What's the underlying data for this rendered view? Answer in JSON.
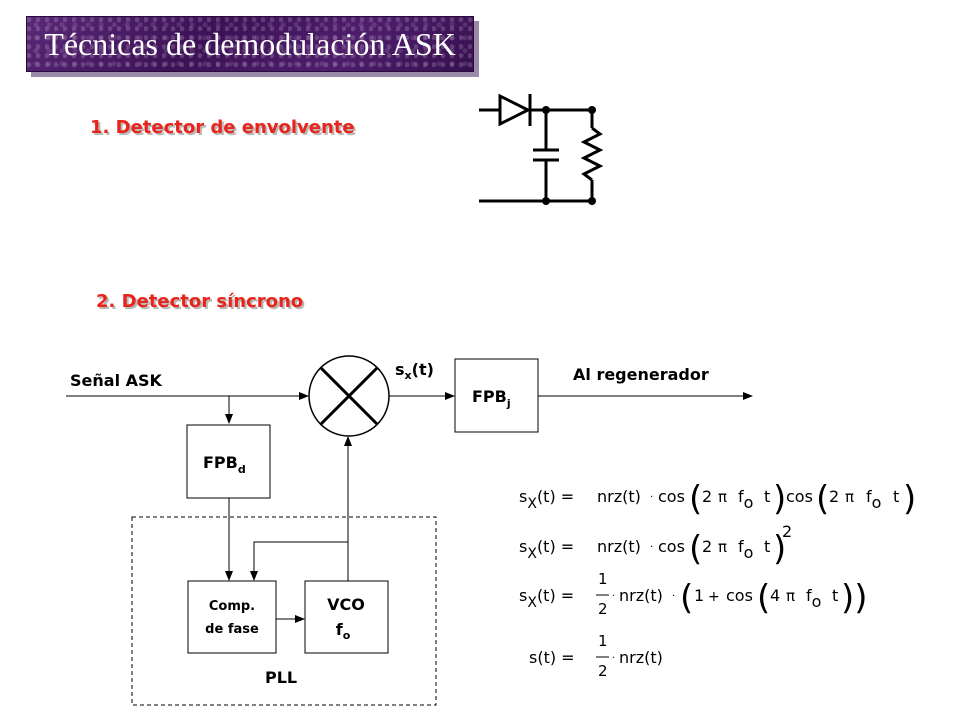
{
  "title": "Técnicas de demodulación  ASK",
  "section1": {
    "heading": "1. Detector de envolvente"
  },
  "section2": {
    "heading": "2. Detector síncrono"
  },
  "diagram": {
    "input_label": "Señal ASK",
    "mixer_output_label": {
      "main": "s",
      "sub": "x",
      "rest": "(t)"
    },
    "output_label": "Al regenerador",
    "fpb_j": {
      "main": "FPB",
      "sub": "j"
    },
    "fpb_d": {
      "main": "FPB",
      "sub": "d"
    },
    "comp_line1": "Comp.",
    "comp_line2": "de fase",
    "vco_line1": "VCO",
    "vco_main": "f",
    "vco_sub": "o",
    "pll_label": "PLL"
  },
  "equations": {
    "eq1": {
      "lhs_s": "s",
      "lhs_x": "X",
      "lhs_t": "(t) =",
      "nrz": "nrz(t)",
      "cos": "cos",
      "two": "2",
      "pi": "π",
      "f": "f",
      "o": "o",
      "t": "t"
    },
    "eq2": {
      "lhs_s": "s",
      "lhs_x": "X",
      "lhs_t": "(t) =",
      "nrz": "nrz(t)",
      "cos": "cos",
      "two": "2",
      "pi": "π",
      "f": "f",
      "o": "o",
      "t": "t",
      "exp": "2"
    },
    "eq3": {
      "lhs_s": "s",
      "lhs_x": "X",
      "lhs_t": "(t) =",
      "num": "1",
      "den": "2",
      "nrz": "nrz(t)",
      "one": "1",
      "plus": "+",
      "cos": "cos",
      "four": "4",
      "pi": "π",
      "f": "f",
      "o": "o",
      "t": "t"
    },
    "eq4": {
      "lhs": "s(t) =",
      "num": "1",
      "den": "2",
      "nrz": "nrz(t)"
    }
  }
}
